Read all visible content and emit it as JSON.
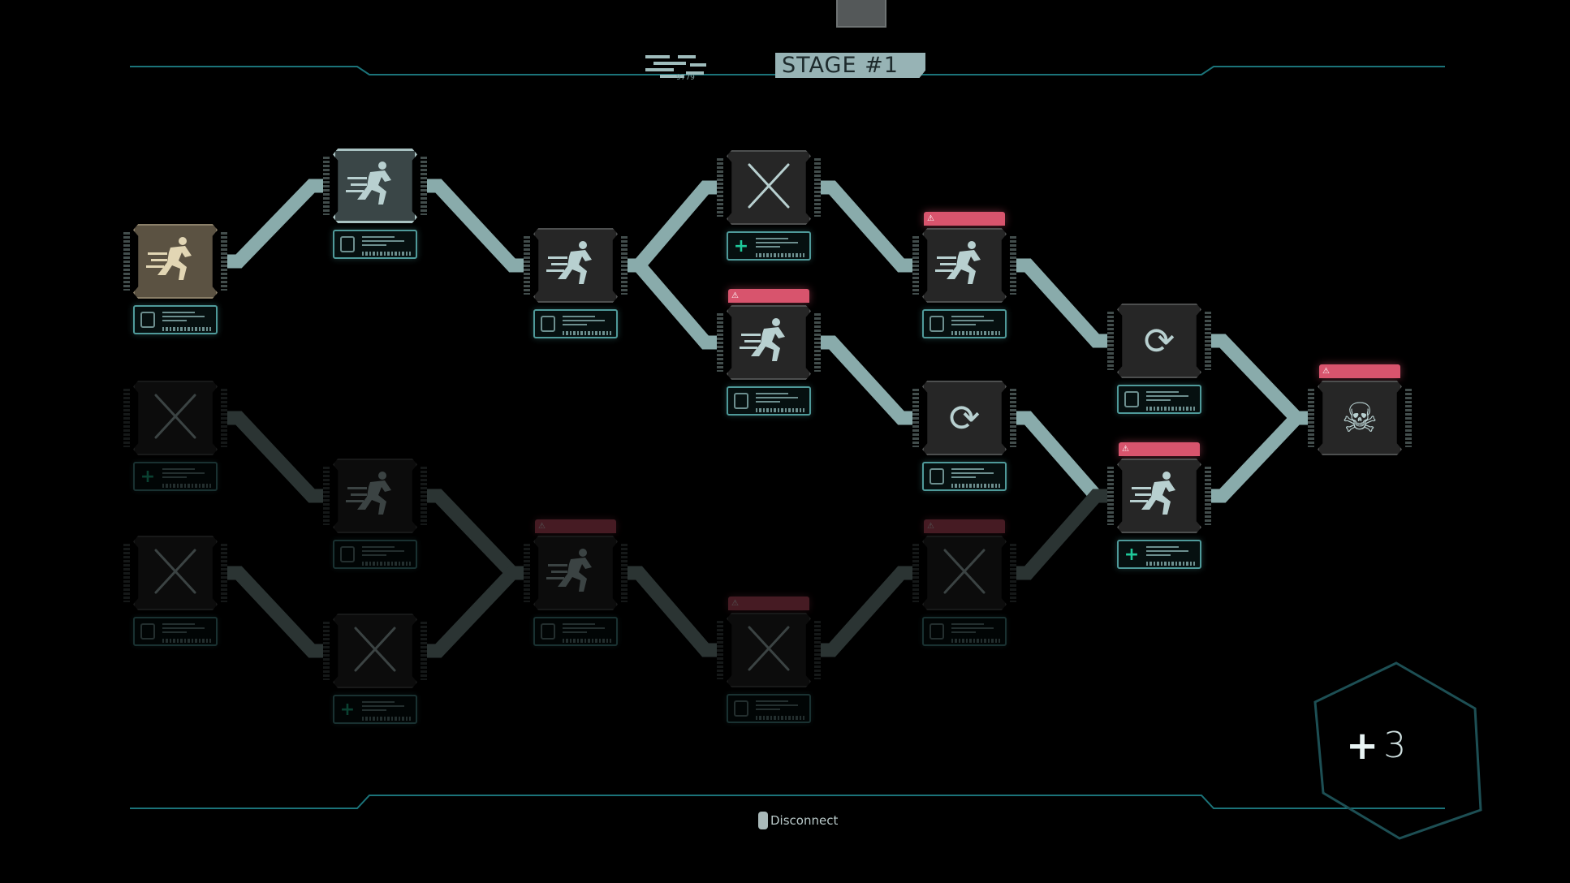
{
  "header": {
    "stage_label": "STAGE #1",
    "code": "9779"
  },
  "footer": {
    "disconnect_label": "Disconnect"
  },
  "bonus": {
    "plus_symbol": "+",
    "count": "3"
  },
  "colors": {
    "accent": "#5fb3b3",
    "warning": "#d8546d",
    "plus": "#1fc99a",
    "active": "#5b5242"
  },
  "nodes": [
    {
      "id": "c0a",
      "icon": "runner",
      "state": "active",
      "plate": "shield"
    },
    {
      "id": "c0b",
      "icon": "blades",
      "state": "dim",
      "plate": "plus"
    },
    {
      "id": "c0c",
      "icon": "blades",
      "state": "dim",
      "plate": "shield"
    },
    {
      "id": "c1a",
      "icon": "runner",
      "state": "selected",
      "plate": "shield"
    },
    {
      "id": "c1b",
      "icon": "runner",
      "state": "dim",
      "plate": "shield"
    },
    {
      "id": "c1c",
      "icon": "blades",
      "state": "dim",
      "plate": "plus"
    },
    {
      "id": "c2a",
      "icon": "runner",
      "state": "available",
      "plate": "shield"
    },
    {
      "id": "c2b",
      "icon": "runner",
      "state": "dim",
      "plate": "shield",
      "warning": true
    },
    {
      "id": "c3a",
      "icon": "blades",
      "state": "available",
      "plate": "plus"
    },
    {
      "id": "c3b",
      "icon": "runner",
      "state": "available",
      "plate": "shield",
      "warning": true
    },
    {
      "id": "c3c",
      "icon": "blades",
      "state": "dim",
      "plate": "shield",
      "warning": true
    },
    {
      "id": "c4a",
      "icon": "runner",
      "state": "available",
      "plate": "shield",
      "warning": true
    },
    {
      "id": "c4b",
      "icon": "refresh",
      "state": "available",
      "plate": "shield"
    },
    {
      "id": "c4c",
      "icon": "blades",
      "state": "dim",
      "plate": "shield",
      "warning": true
    },
    {
      "id": "c5a",
      "icon": "refresh",
      "state": "available",
      "plate": "shield"
    },
    {
      "id": "c5b",
      "icon": "runner",
      "state": "available",
      "plate": "plus",
      "warning": true
    },
    {
      "id": "c6a",
      "icon": "skull",
      "state": "available",
      "plate": "none",
      "warning": true
    }
  ]
}
